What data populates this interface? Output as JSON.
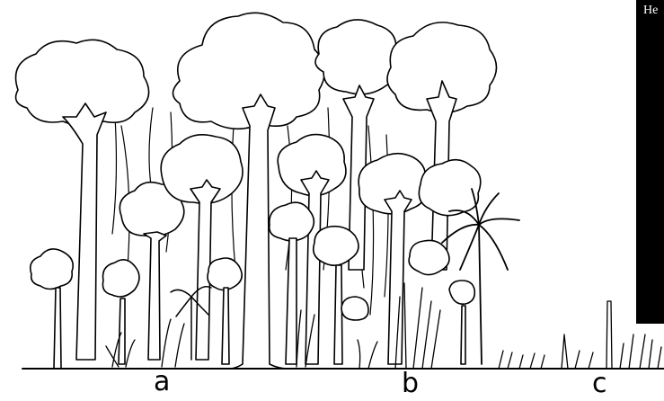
{
  "panel_text": "He",
  "labels": {
    "a": "a",
    "b": "b",
    "c": "c"
  },
  "colors": {
    "ink": "#000000",
    "paper": "#ffffff",
    "panel": "#000000"
  }
}
